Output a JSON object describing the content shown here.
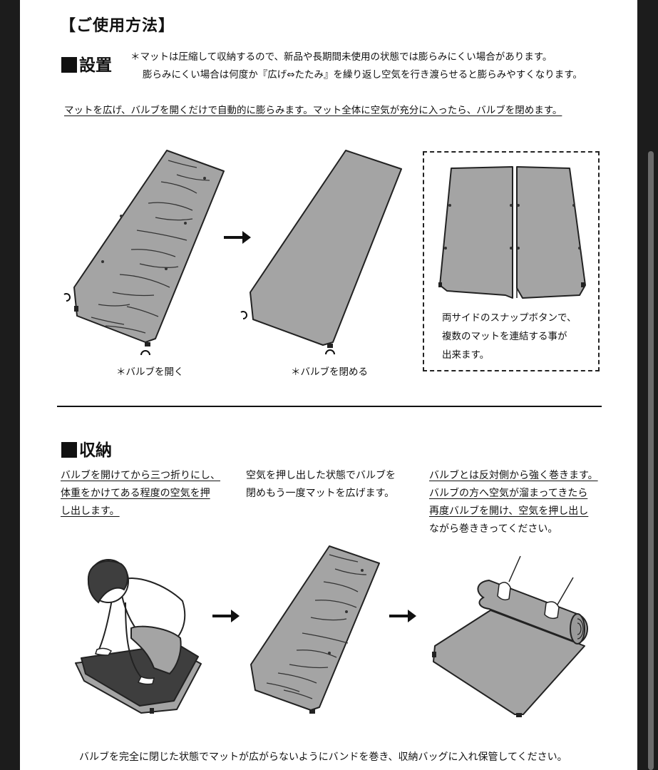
{
  "title": "【ご使用方法】",
  "setup": {
    "heading": "設置",
    "note_line1": "＊マットは圧縮して収納するので、新品や長期間未使用の状態では膨らみにくい場合があります。",
    "note_line2": "膨らみにくい場合は何度か『広げ⇔たたみ』を繰り返し空気を行き渡らせると膨らみやすくなります。",
    "intro": "マットを広げ、バルブを開くだけで自動的に膨らみます。マット全体に空気が充分に入ったら、バルブを閉めます。",
    "caption_open": "＊バルブを開く",
    "caption_close": "＊バルブを閉める",
    "snap_line1": "両サイドのスナップボタンで、",
    "snap_line2": "複数のマットを連結する事が",
    "snap_line3": "出来ます。"
  },
  "storage": {
    "heading": "収納",
    "col1": [
      "バルブを開けてから三つ折りにし、",
      "体重をかけてある程度の空気を押",
      "し出します。"
    ],
    "col2": [
      "空気を押し出した状態でバルブを",
      "閉めもう一度マットを広げます。"
    ],
    "col3": [
      "バルブとは反対側から強く巻きます。",
      "バルブの方へ空気が溜まってきたら",
      "再度バルブを開け、空気を押し出し",
      "ながら巻ききってください。"
    ],
    "footer": "バルブを完全に閉じた状態でマットが広がらないようにバンドを巻き、収納バッグに入れ保管してください。"
  },
  "colors": {
    "mat": "#a4a4a4",
    "mat_dark": "#3e3e3e",
    "background": "#1c1c1c",
    "page": "#ffffff"
  }
}
